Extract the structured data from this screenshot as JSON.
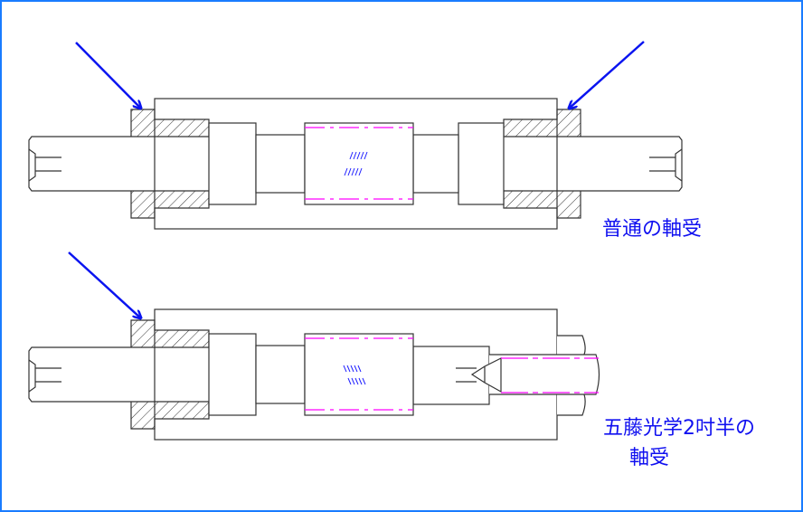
{
  "labels": {
    "normal_bearing": "普通の軸受",
    "goto_bearing_line1": "五藤光学2吋半の",
    "goto_bearing_line2": "軸受"
  },
  "colors": {
    "frame": "#1a7cff",
    "arrow": "#0a14f0",
    "line": "#333333",
    "hidden": "#ff00ff",
    "text": "#1010f0"
  }
}
